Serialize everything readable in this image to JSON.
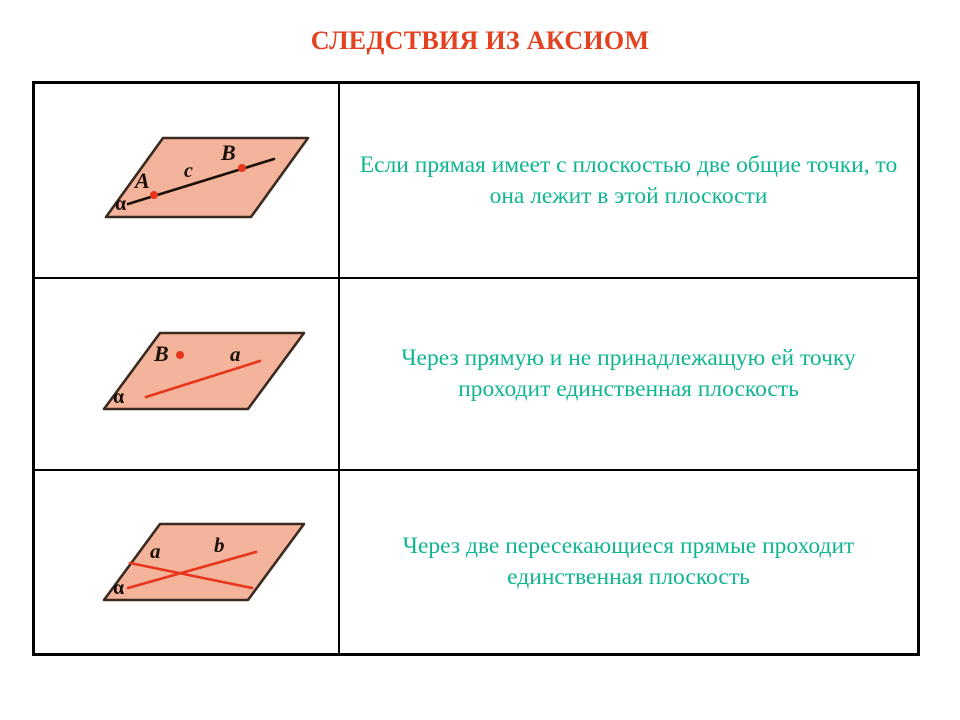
{
  "title": "СЛЕДСТВИЯ ИЗ АКСИОМ",
  "colors": {
    "title_red": "#E3411F",
    "statement_teal": "#10B592",
    "plane_fill": "#F4B49B",
    "plane_stroke": "#3A2A20",
    "line_red": "#E8351C",
    "line_black": "#1a1008",
    "table_border": "#000000",
    "page_background": "#FFFFFF"
  },
  "table": {
    "rows": [
      {
        "figure": {
          "name": "plane-with-line-through-two-points",
          "plane_label": "α",
          "point_labels": [
            "A",
            "B"
          ],
          "line_label": "c",
          "line_color": "#1a1008",
          "points_color": "#E8351C"
        },
        "statement": "Если прямая имеет с плоскостью две общие точки, то она лежит в этой плоскости"
      },
      {
        "figure": {
          "name": "plane-with-line-and-external-point",
          "plane_label": "α",
          "point_labels": [
            "B"
          ],
          "line_label": "a",
          "line_color": "#E8351C",
          "points_color": "#E8351C"
        },
        "statement": "Через прямую и не принадлежащую ей точку проходит единственная плоскость"
      },
      {
        "figure": {
          "name": "plane-with-two-intersecting-lines",
          "plane_label": "α",
          "point_labels": [],
          "line_label": "a",
          "line_label_2": "b",
          "line_color": "#E8351C",
          "points_color": "#E8351C"
        },
        "statement": "Через две пересекающиеся прямые проходит единственная плоскость"
      }
    ]
  }
}
